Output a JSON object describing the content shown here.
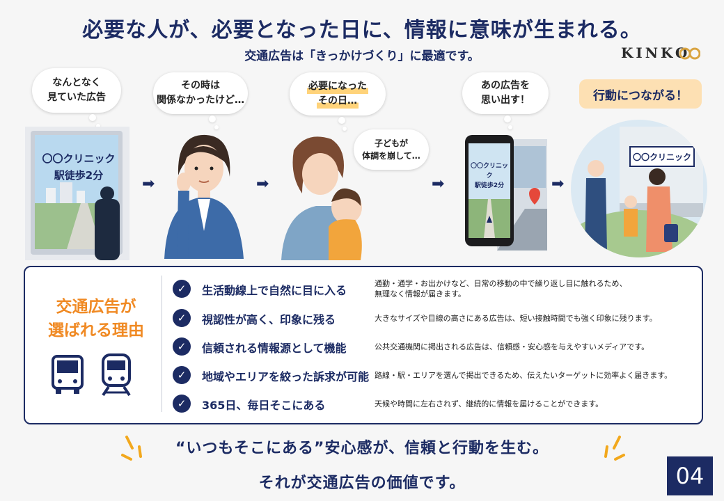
{
  "header": {
    "title": "必要な人が、必要となった日に、情報に意味が生まれる。",
    "subtitle": "交通広告は「きっかけづくり」に最適です。",
    "logo": "KINKO"
  },
  "story": {
    "bubble1": [
      "なんとなく",
      "見ていた広告"
    ],
    "bubble2": [
      "その時は",
      "関係なかったけど…"
    ],
    "bubble3": [
      "必要になった",
      "その日…"
    ],
    "bubble3b": [
      "子どもが",
      "体調を崩して…"
    ],
    "bubble4": [
      "あの広告を",
      "思い出す！"
    ],
    "action": "行動につながる！",
    "ad_lines": [
      "〇〇クリニック",
      "駅徒歩2分"
    ],
    "phone_lines": [
      "〇〇クリニック",
      "駅徒歩2分"
    ],
    "clinic_sign": "〇〇クリニック"
  },
  "reasons": {
    "title": [
      "交通広告が",
      "選ばれる理由"
    ],
    "items": [
      {
        "head": "生活動線上で自然に目に入る",
        "desc": [
          "通勤・通学・お出かけなど、日常の移動の中で繰り返し目に触れるため、",
          "無理なく情報が届きます。"
        ]
      },
      {
        "head": "視認性が高く、印象に残る",
        "desc": [
          "大きなサイズや目線の高さにある広告は、短い接触時間でも強く印象に残ります。"
        ]
      },
      {
        "head": "信頼される情報源として機能",
        "desc": [
          "公共交通機関に掲出される広告は、信頼感・安心感を与えやすいメディアです。"
        ]
      },
      {
        "head": "地域やエリアを絞った訴求が可能",
        "desc": [
          "路線・駅・エリアを選んで掲出できるため、伝えたいターゲットに効率よく届きます。"
        ]
      },
      {
        "head": "365日、毎日そこにある",
        "desc": [
          "天候や時間に左右されず、継続的に情報を届けることができます。"
        ]
      }
    ]
  },
  "footer": {
    "line1": "“いつもそこにある”安心感が、信頼と行動を生む。",
    "line2": "それが交通広告の価値です。",
    "page": "04"
  },
  "colors": {
    "navy": "#1c2b63",
    "orange": "#f08a24",
    "highlight": "#ffd37a",
    "action_bg": "#fde0b3"
  }
}
